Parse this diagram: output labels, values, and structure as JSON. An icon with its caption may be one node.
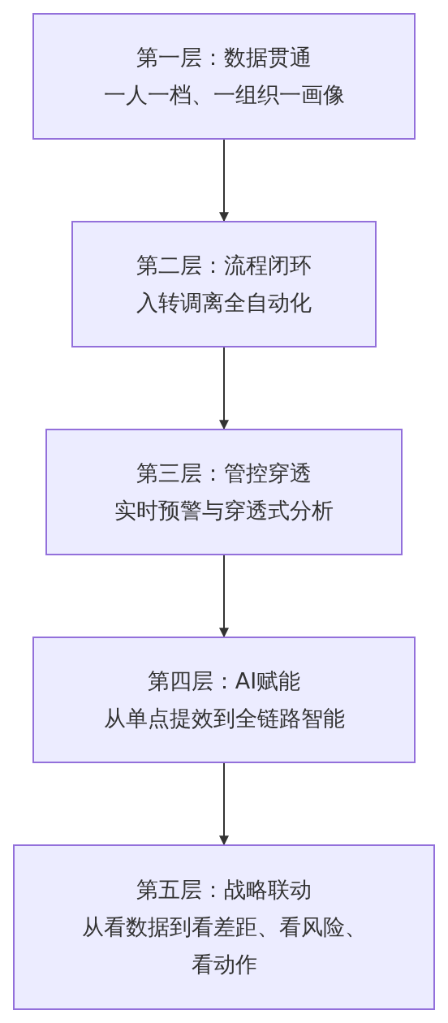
{
  "diagram": {
    "nodes": [
      {
        "text": [
          "第一层：数据贯通",
          "一人一档、一组织一画像"
        ]
      },
      {
        "text": [
          "第二层：流程闭环",
          "入转调离全自动化"
        ]
      },
      {
        "text": [
          "第三层：管控穿透",
          "实时预警与穿透式分析"
        ]
      },
      {
        "text": [
          "第四层：AI赋能",
          "从单点提效到全链路智能"
        ]
      },
      {
        "text": [
          "第五层：战略联动",
          "从看数据到看差距、看风险、看动作"
        ]
      }
    ],
    "edges": [
      {
        "from": 0,
        "to": 1,
        "arrow": "to"
      },
      {
        "from": 1,
        "to": 2,
        "arrow": "to"
      },
      {
        "from": 2,
        "to": 3,
        "arrow": "to"
      },
      {
        "from": 3,
        "to": 4,
        "arrow": "to"
      }
    ]
  }
}
